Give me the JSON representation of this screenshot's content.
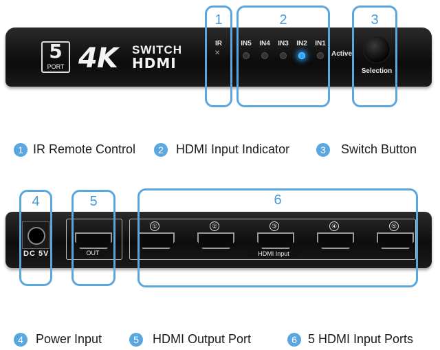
{
  "front": {
    "port_number": "5",
    "port_word": "PORT",
    "logo_4k": "4K",
    "logo_switch": "SWITCH",
    "logo_hdmi": "HDMI",
    "ir_label": "IR",
    "inputs": [
      "IN5",
      "IN4",
      "IN3",
      "IN2",
      "IN1"
    ],
    "active_input": "IN2",
    "active_label": "Active",
    "selection_label": "Selection",
    "led_active_color": "#2aa8ff"
  },
  "callouts_top": [
    "1",
    "2",
    "3"
  ],
  "legend_top": [
    {
      "num": "1",
      "text": "IR Remote Control"
    },
    {
      "num": "2",
      "text": "HDMI Input Indicator"
    },
    {
      "num": "3",
      "text": "Switch Button"
    }
  ],
  "back": {
    "dc_label": "DC  5V",
    "out_label": "OUT",
    "hdmi_input_label": "HDMI Input",
    "port_numbers": [
      "①",
      "②",
      "③",
      "④",
      "⑤"
    ]
  },
  "callouts_bottom": [
    "4",
    "5",
    "6"
  ],
  "legend_bottom": [
    {
      "num": "4",
      "text": "Power Input"
    },
    {
      "num": "5",
      "text": "HDMI Output Port"
    },
    {
      "num": "6",
      "text": "5 HDMI Input Ports"
    }
  ],
  "accent_color": "#5aa6de"
}
